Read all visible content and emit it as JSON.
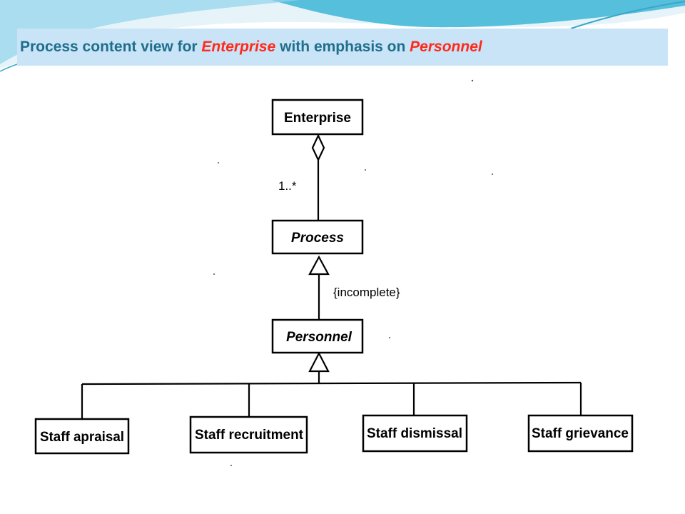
{
  "slide": {
    "title_parts": [
      {
        "text": "Process content view for ",
        "emphasis": false
      },
      {
        "text": "Enterprise",
        "emphasis": true
      },
      {
        "text": " with emphasis on ",
        "emphasis": false
      },
      {
        "text": "Personnel",
        "emphasis": true
      }
    ],
    "colors": {
      "title": "#1f6f8b",
      "emphasis": "#ff2a1a",
      "title_bar": "#c9e3f7",
      "wave_light": "#dff1f9",
      "wave_dark": "#4db8d8"
    }
  },
  "diagram": {
    "classes": {
      "enterprise": {
        "label": "Enterprise",
        "abstract": false
      },
      "process": {
        "label": "Process",
        "abstract": true
      },
      "personnel": {
        "label": "Personnel",
        "abstract": true
      },
      "staff_apraisal": {
        "label": "Staff apraisal",
        "abstract": false
      },
      "staff_recruitment": {
        "label": "Staff recruitment",
        "abstract": false
      },
      "staff_dismissal": {
        "label": "Staff dismissal",
        "abstract": false
      },
      "staff_grievance": {
        "label": "Staff grievance",
        "abstract": false
      }
    },
    "relations": {
      "aggregation": {
        "from": "process",
        "to": "enterprise",
        "type": "aggregation",
        "multiplicity": "1..*"
      },
      "generalization_process": {
        "from": "personnel",
        "to": "process",
        "type": "generalization",
        "constraint": "{incomplete}"
      },
      "generalization_personnel": {
        "from": [
          "staff_apraisal",
          "staff_recruitment",
          "staff_dismissal",
          "staff_grievance"
        ],
        "to": "personnel",
        "type": "generalization"
      }
    }
  }
}
